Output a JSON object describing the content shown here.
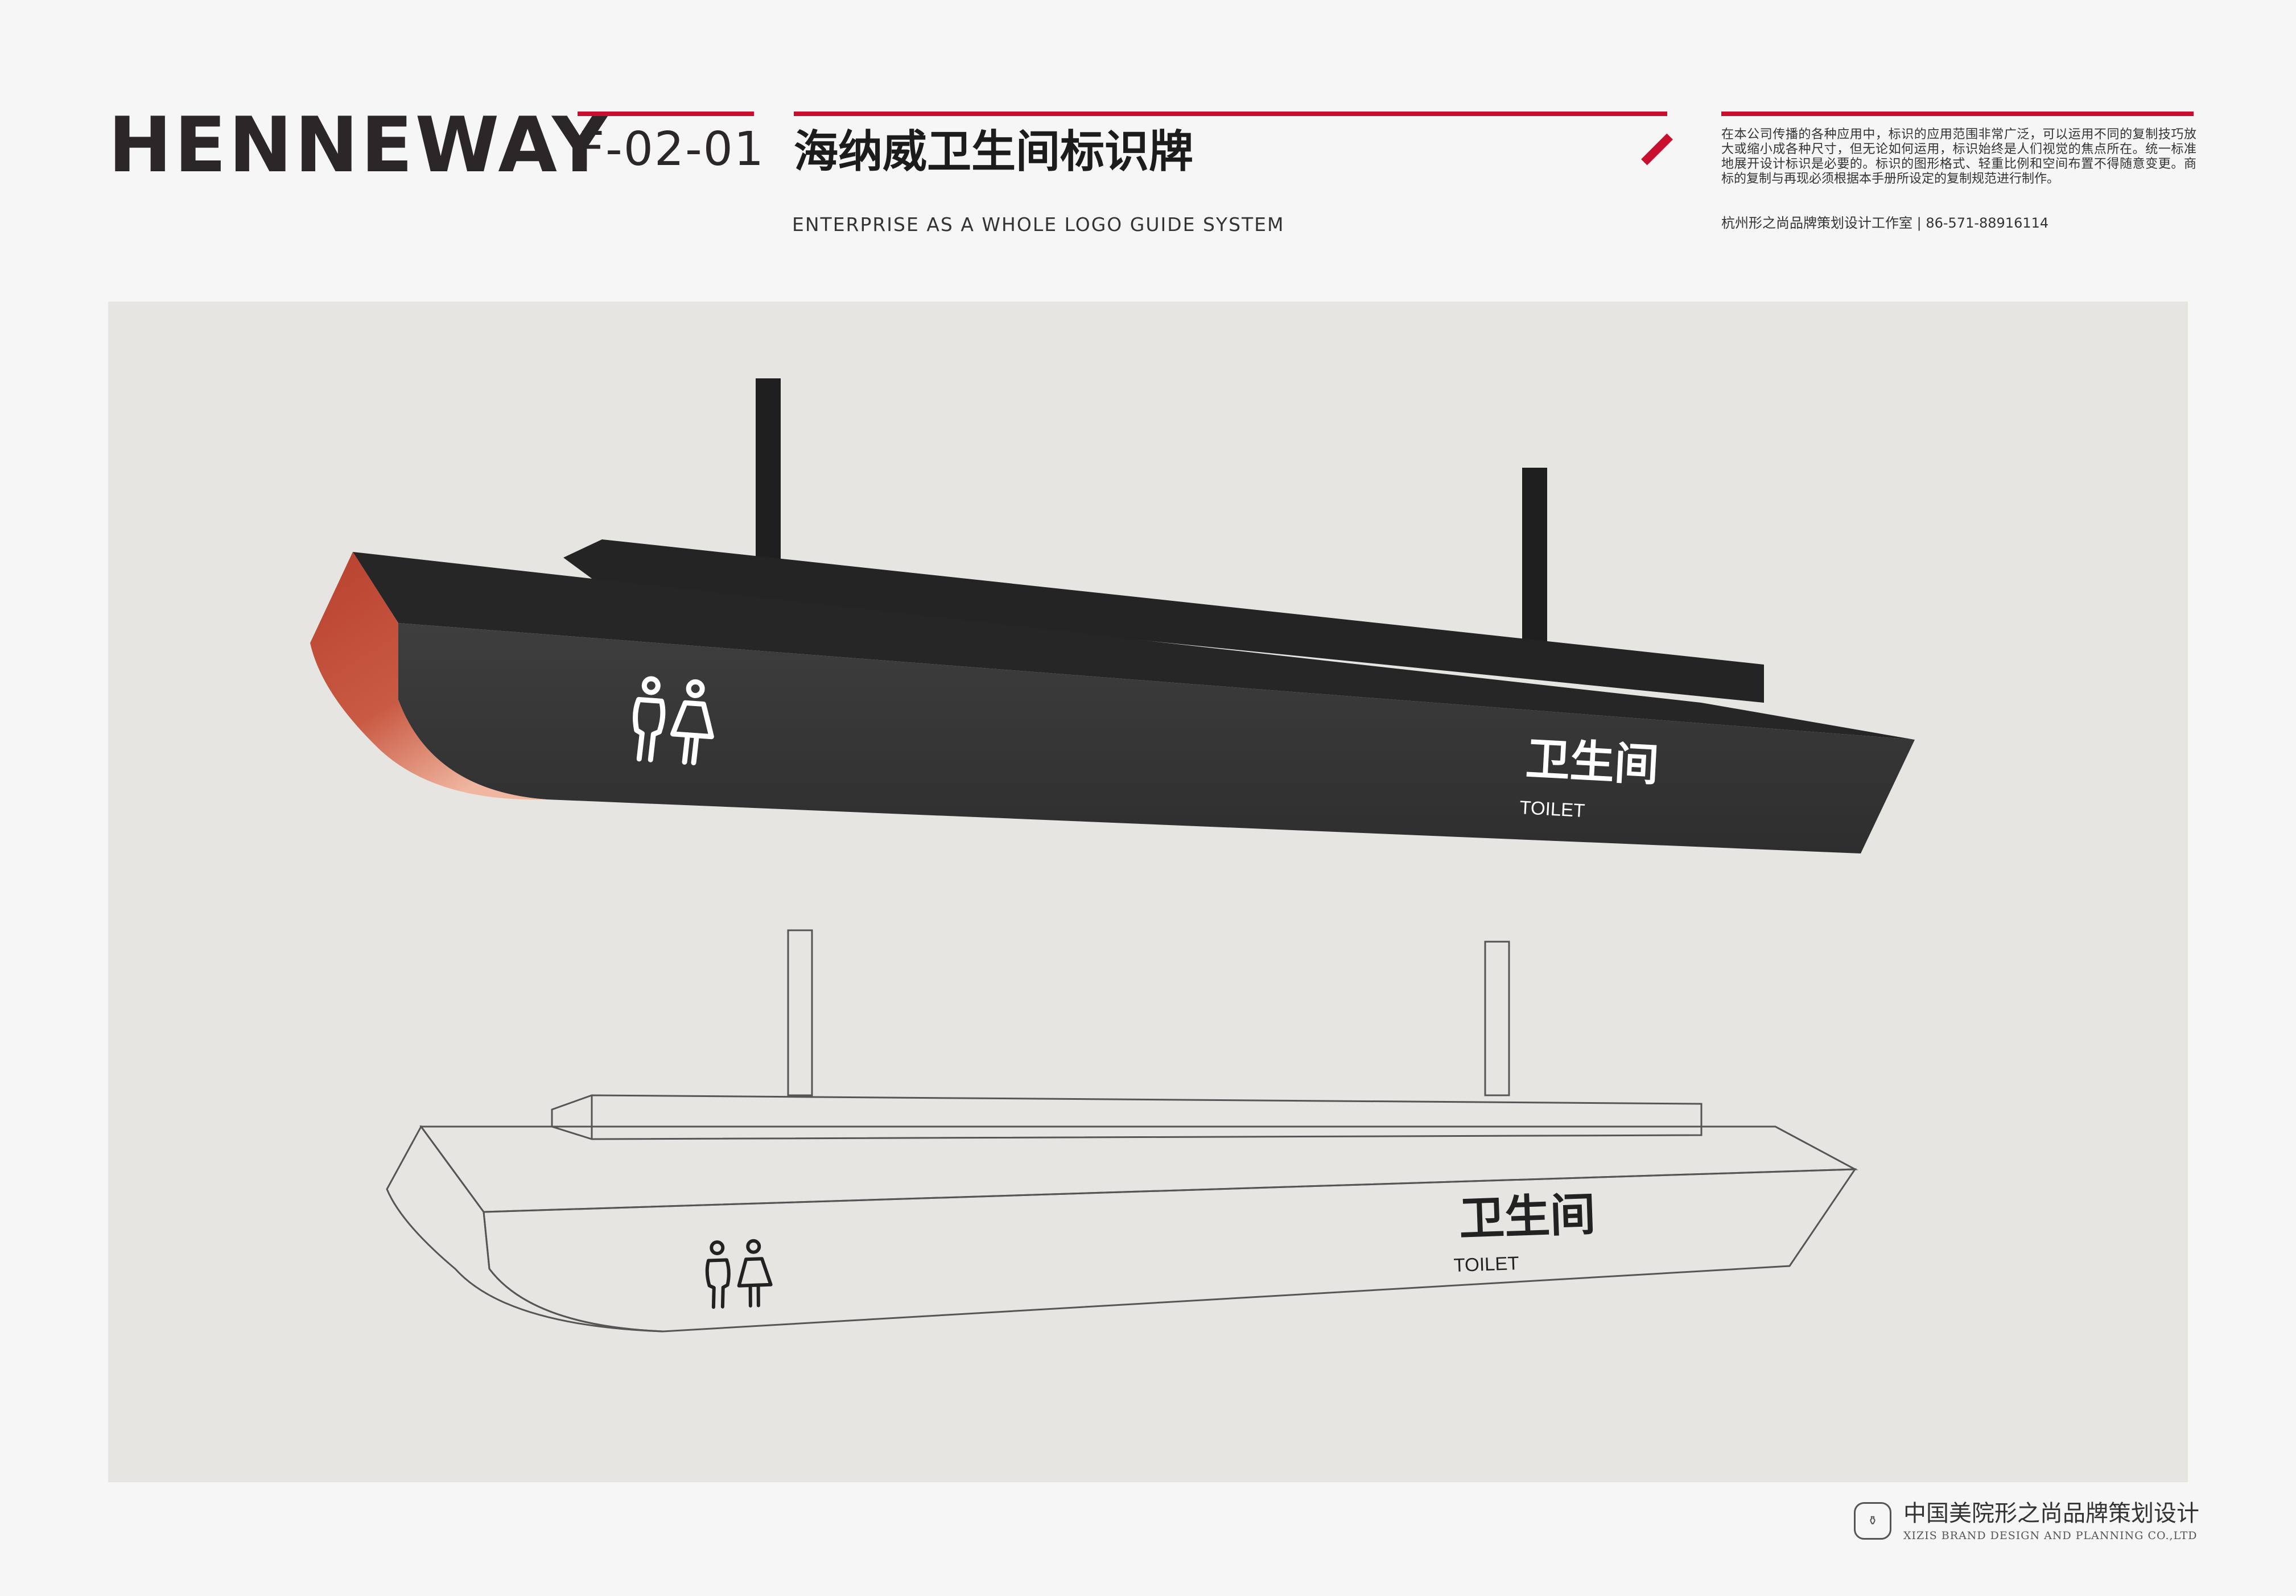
{
  "header": {
    "brand": "HENNEWAY",
    "code": "F-02-01",
    "title": "海纳威卫生间标识牌",
    "subtitle": "ENTERPRISE AS A WHOLE LOGO GUIDE SYSTEM",
    "notice": "在本公司传播的各种应用中，标识的应用范围非常广泛，可以运用不同的复制技巧放大或缩小成各种尺寸，但无论如何运用，标识始终是人们视觉的焦点所在。统一标准地展开设计标识是必要的。标识的图形格式、轻重比例和空间布置不得随意变更。商标的复制与再现必须根据本手册所设定的复制规范进行制作。",
    "contact": "杭州形之尚品牌策划设计工作室 | 86-571-88916114"
  },
  "sign": {
    "label_cn": "卫生间",
    "label_en": "TOILET",
    "icon": "restroom-man-woman-icon"
  },
  "footer": {
    "company_cn": "中国美院形之尚品牌策划设计",
    "company_en": "XIZIS BRAND DESIGN AND PLANNING CO.,LTD",
    "logo_icon": "xizis-seal-icon"
  },
  "colors": {
    "accent": "#c8102e",
    "sign_body": "#333333",
    "sign_end": "#c0503c",
    "panel": "#e7e5e2"
  }
}
